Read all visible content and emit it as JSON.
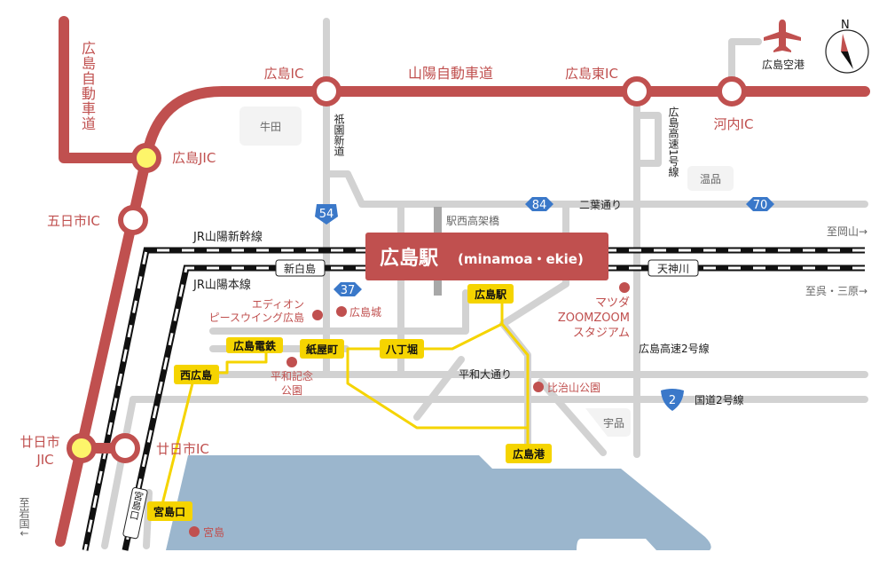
{
  "colors": {
    "expressway": "#c0504f",
    "road": "#d2d2d2",
    "water": "#9bb6cd",
    "tram": "#f5d400",
    "route_shield": "#3a78c9"
  },
  "expressways": {
    "hiroshima_expressway": "広島自動車道",
    "sanyo_expressway": "山陽自動車道"
  },
  "interchanges": {
    "hiroshima_ic": "広島IC",
    "hiroshima_higashi_ic": "広島東IC",
    "kochi_ic": "河内IC",
    "hiroshima_jic": "広島JIC",
    "itsukaichi_ic": "五日市IC",
    "hatsukaichi_jic": "廿日市\nJIC",
    "hatsukaichi_jic_l1": "廿日市",
    "hatsukaichi_jic_l2": "JIC",
    "hatsukaichi_ic": "廿日市IC"
  },
  "airport": {
    "label": "広島空港",
    "icon": "airplane-icon"
  },
  "compass": {
    "label": "N"
  },
  "areas": {
    "ushita": "牛田",
    "nukushina": "温品",
    "ujina": "宇品"
  },
  "roads": {
    "gion_shindo": "祇園新道",
    "hiroshima_expressway_1": "広島高速1号線",
    "futaba_dori": "二葉通り",
    "ekinishi_bridge": "駅西高架橋",
    "heiwa_odori": "平和大通り",
    "hiroshima_expressway_2": "広島高速2号線",
    "route2": "国道2号線",
    "miyajimaguchi_road": "宮島口"
  },
  "route_shields": [
    "54",
    "84",
    "70",
    "37",
    "2"
  ],
  "railways": {
    "shinkansen": "JR山陽新幹線",
    "sanyo_main": "JR山陽本線",
    "shin_hakushima": "新白島",
    "tenjingawa": "天神川"
  },
  "directions": {
    "okayama": "至岡山→",
    "kure_mihara": "至呉・三原→",
    "iwakuni": "至岩国↓"
  },
  "main_station": {
    "name": "広島駅",
    "sub": "(minamoa・ekie)"
  },
  "tram_stops": {
    "hiroshima_eki": "広島駅",
    "hiroden": "広島電鉄",
    "kamiyacho": "紙屋町",
    "hatchobori": "八丁堀",
    "nishi_hiroshima": "西広島",
    "hiroshima_port": "広島港",
    "miyajimaguchi": "宮島口"
  },
  "landmarks": {
    "edion_1": "エディオン",
    "edion_2": "ピースウイング広島",
    "castle": "広島城",
    "peace_park_1": "平和記念",
    "peace_park_2": "公園",
    "mazda_1": "マツダ",
    "mazda_2": "ZOOMZOOM",
    "mazda_3": "スタジアム",
    "hijiyama": "比治山公園",
    "miyajima": "宮島"
  }
}
